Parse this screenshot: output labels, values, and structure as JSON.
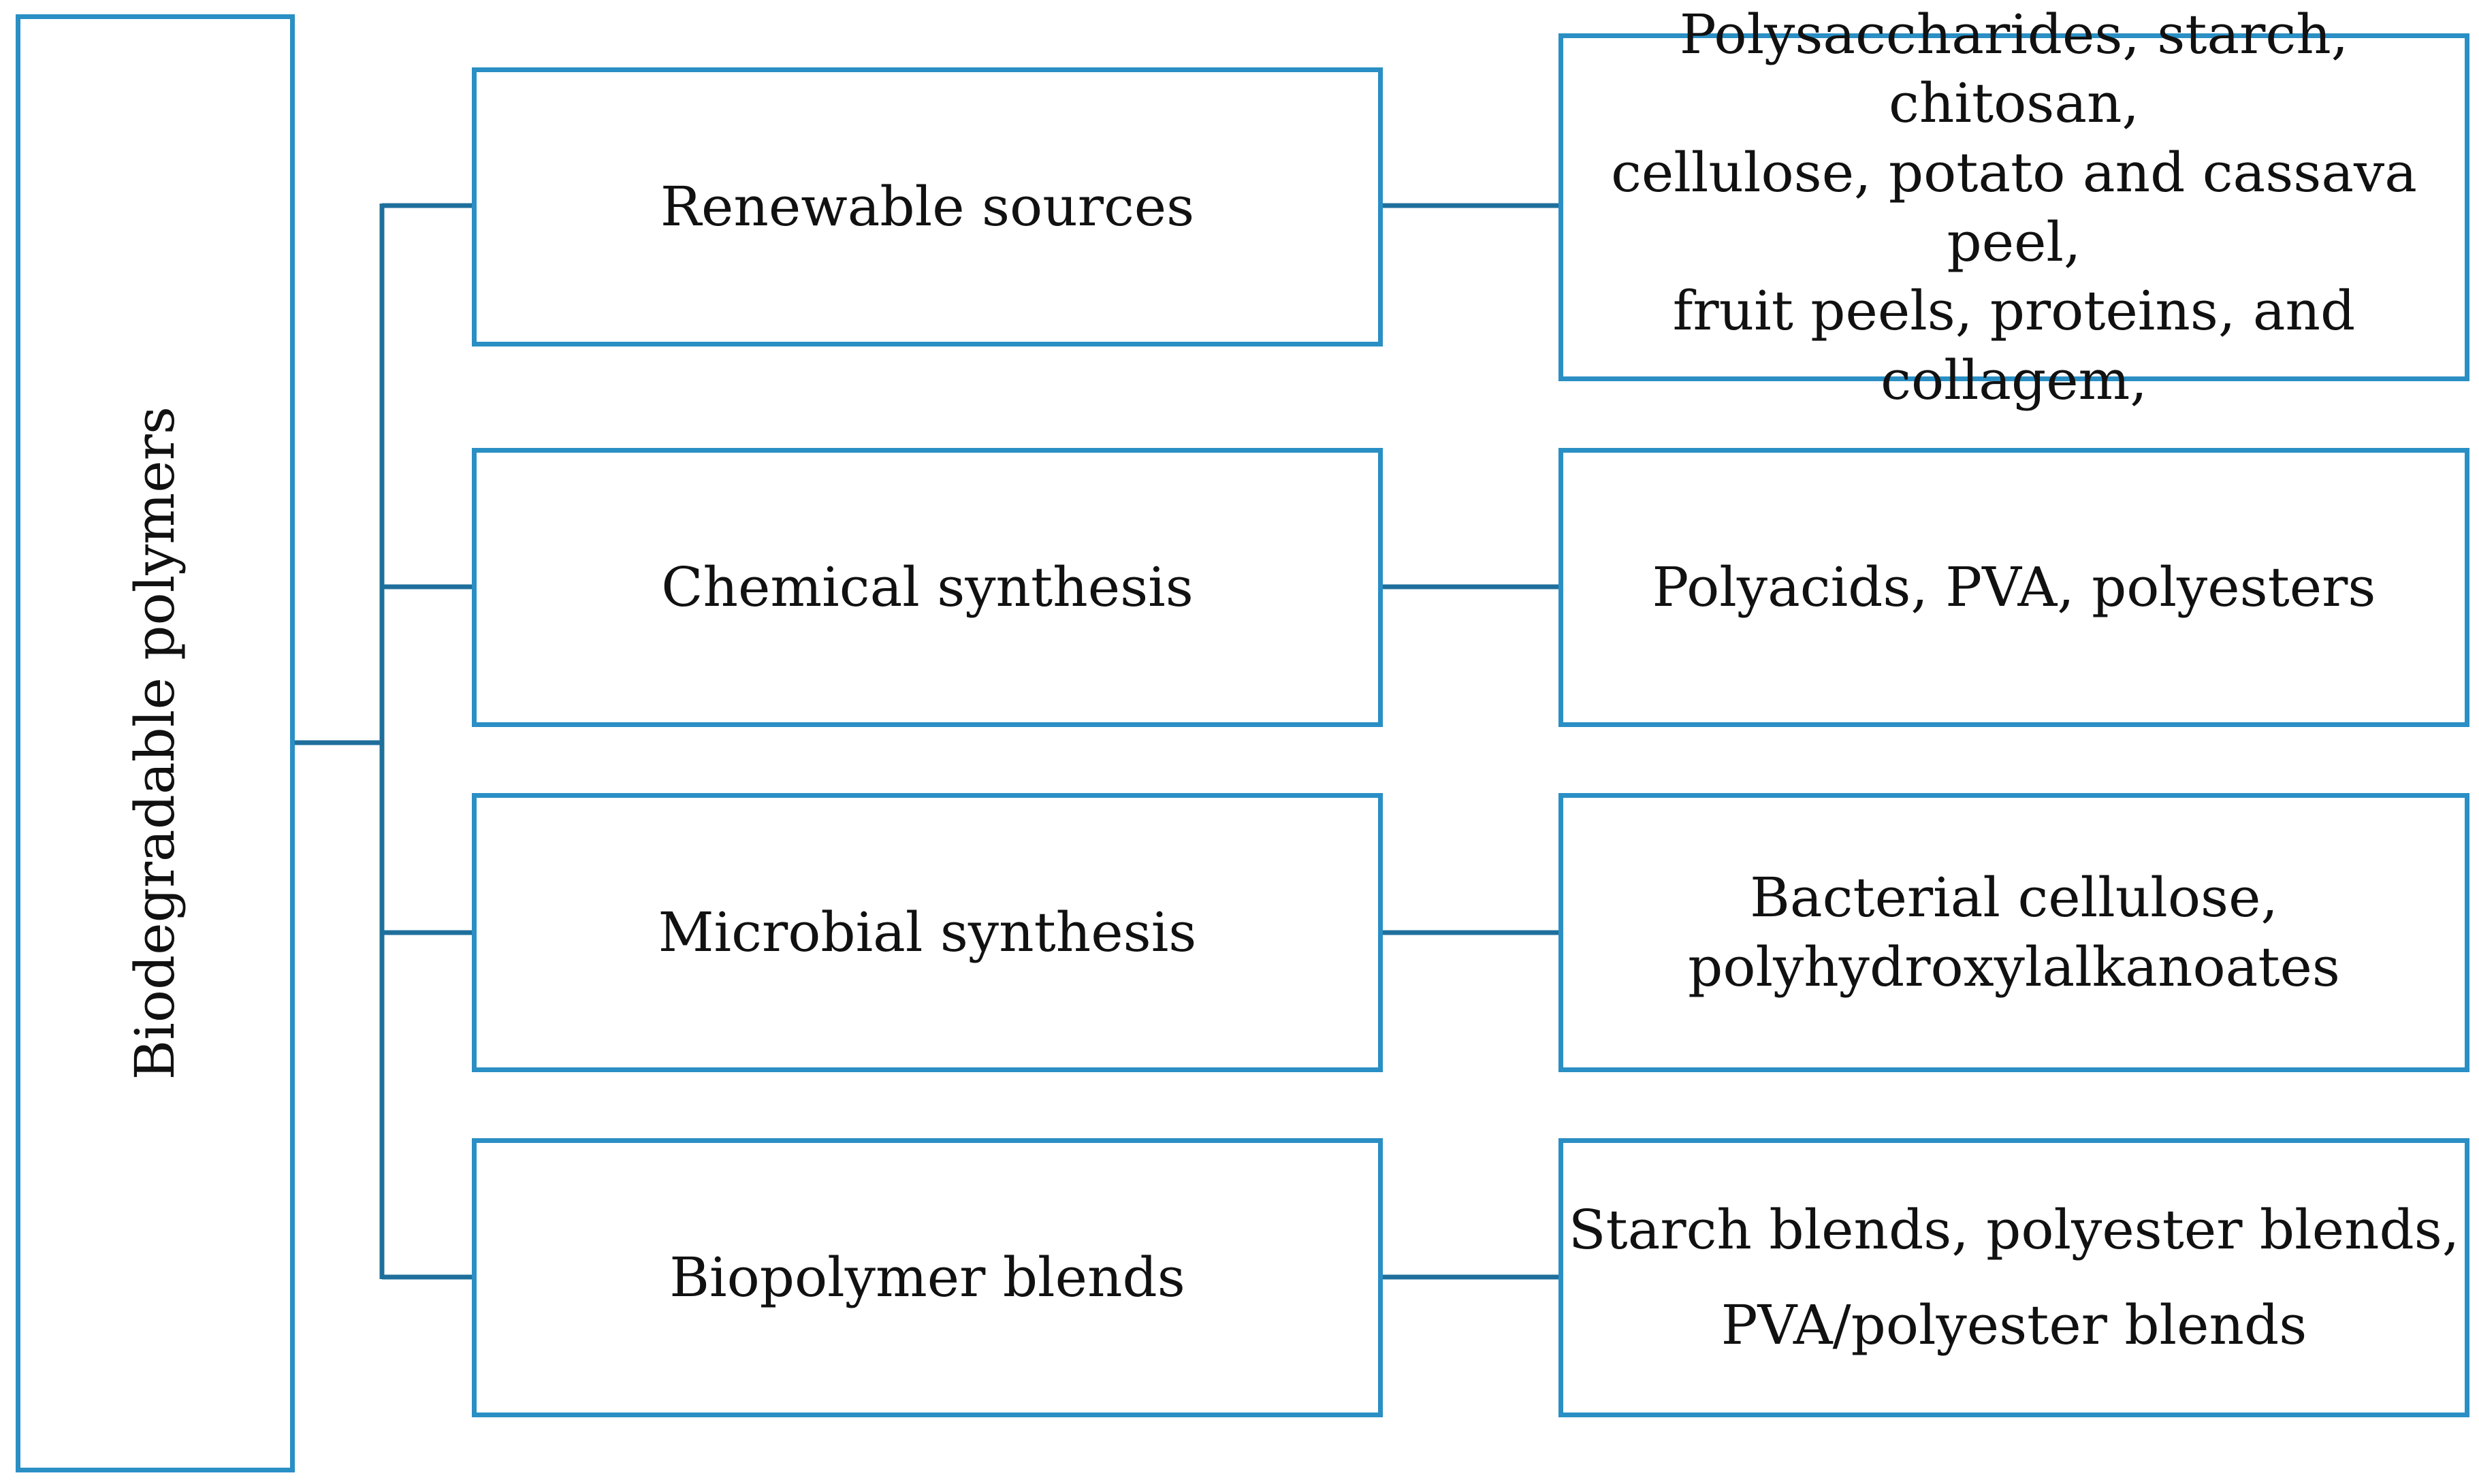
{
  "root": {
    "label": "Biodegradable polymers"
  },
  "categories": [
    {
      "label": "Renewable sources",
      "examples": "Polysaccharides, starch, chitosan,\ncellulose, potato and cassava peel,\nfruit peels, proteins, and collagem,"
    },
    {
      "label": "Chemical synthesis",
      "examples": "Polyacids, PVA, polyesters"
    },
    {
      "label": "Microbial synthesis",
      "examples": "Bacterial cellulose,\npolyhydroxylalkanoates"
    },
    {
      "label": "Biopolymer blends",
      "examples": "Starch blends, polyester blends,\nPVA/polyester blends"
    }
  ],
  "colors": {
    "border": "#2a8fc4",
    "connector": "#1f6f9c"
  }
}
